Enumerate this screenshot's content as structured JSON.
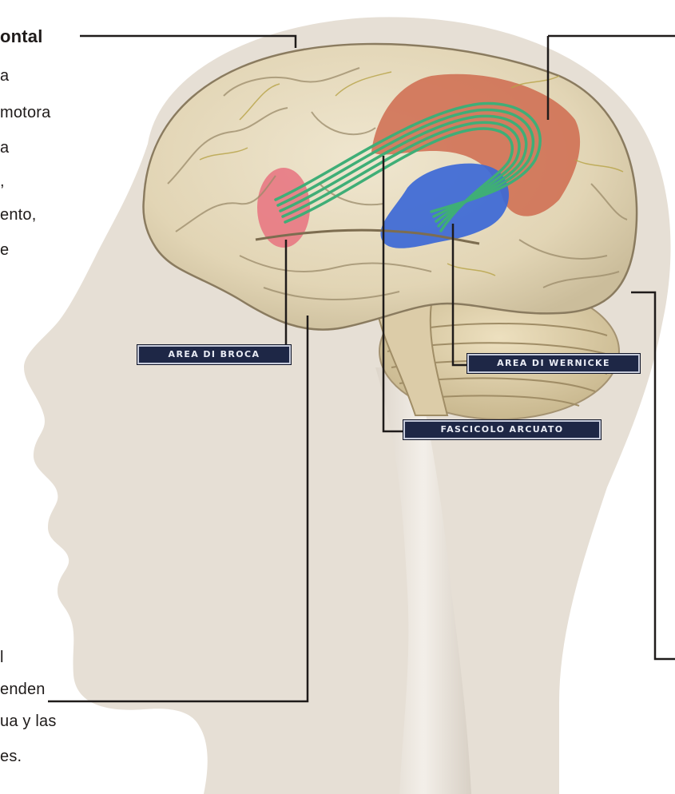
{
  "labels": {
    "broca": "AREA DI BROCA",
    "wernicke": "AREA DI WERNICKE",
    "fasciculus": "FASCICOLO ARCUATO"
  },
  "left_text": {
    "top": {
      "heading": "ontal",
      "lines": [
        "a",
        "motora",
        "a",
        ",",
        "ento,",
        "e"
      ]
    },
    "bottom": {
      "lines": [
        "l",
        "enden",
        "ua y las",
        "es."
      ]
    }
  },
  "colors": {
    "skin": "#e6dfd5",
    "brain": "#e5d9bc",
    "broca": "#e8727f",
    "wernicke": "#3c68d6",
    "motor_cortex": "#cf6b4f",
    "fasciculus": "#3fae77",
    "label_bg": "#1e2746"
  }
}
